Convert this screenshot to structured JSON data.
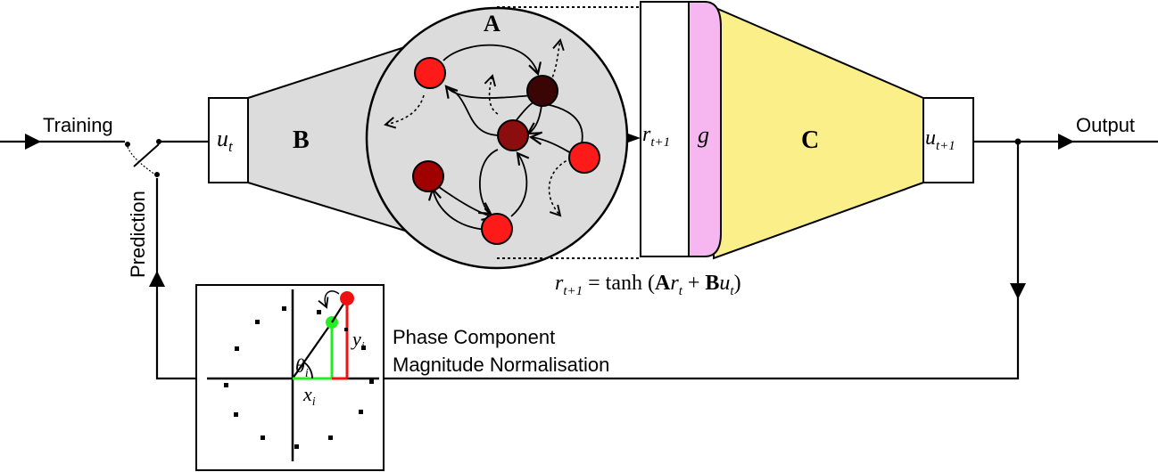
{
  "labels": {
    "training": "Training",
    "prediction": "Prediction",
    "output": "Output",
    "u_t": "u",
    "u_t_sub": "t",
    "B": "B",
    "A": "A",
    "C": "C",
    "g": "g",
    "r_next": "r",
    "r_next_sub": "t+1",
    "u_next": "u",
    "u_next_sub": "t+1",
    "equation": "r_{t+1} = tanh (A r_t + B u_t)",
    "phase_line1": "Phase Component",
    "phase_line2": "Magnitude Normalisation",
    "y_i": "y",
    "y_i_sub": "i",
    "x_i": "x",
    "x_i_sub": "i",
    "theta_i": "θ",
    "theta_i_sub": "i"
  },
  "colors": {
    "B_fill": "#dcdcdc",
    "A_fill": "#dcdcdc",
    "C_fill": "#fbef8a",
    "g_fill": "#f6b6f0",
    "node_bright": "#ff1a1a",
    "node_mid": "#a00000",
    "node_dark": "#8b0d0d",
    "node_darkest": "#3a0505",
    "green_point": "#22ee22",
    "red_point": "#ee1111"
  }
}
